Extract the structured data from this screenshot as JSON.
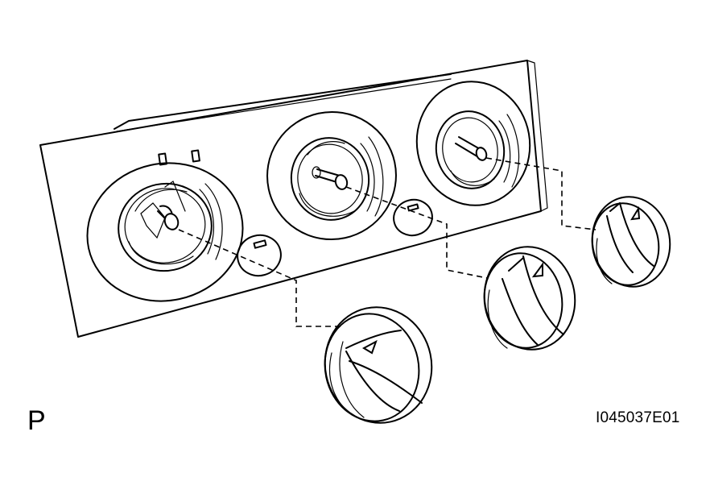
{
  "figure": {
    "corner_mark": "P",
    "figure_code": "I045037E01"
  },
  "parts": {
    "panel": "heater-control-panel",
    "knobs": [
      "knob-left",
      "knob-center",
      "knob-right"
    ],
    "shafts": [
      "shaft-left",
      "shaft-center",
      "shaft-right"
    ]
  },
  "colors": {
    "ink": "#000000",
    "paper": "#ffffff"
  }
}
